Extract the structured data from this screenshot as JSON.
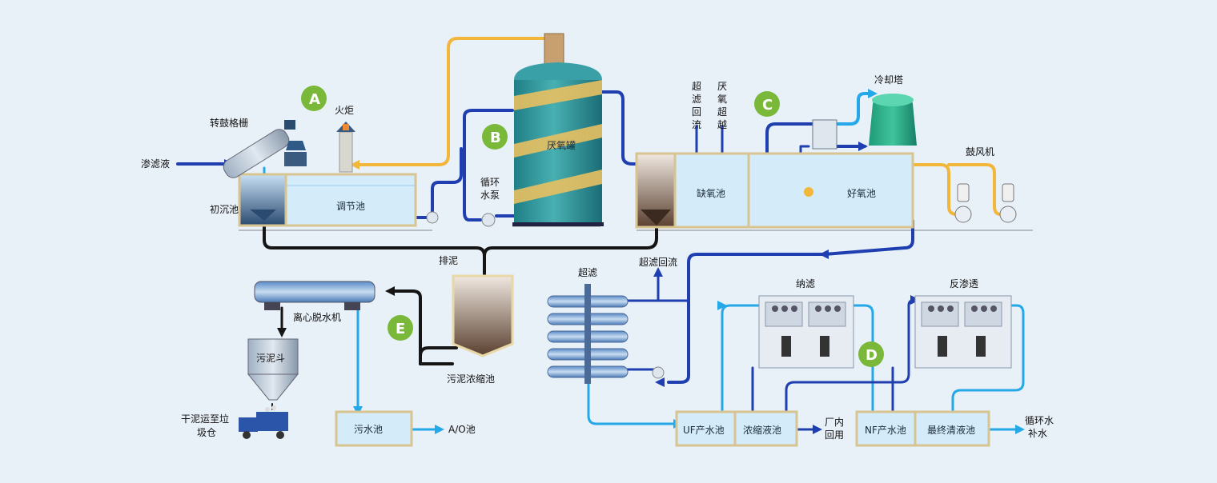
{
  "colors": {
    "background": "#e8f0f8",
    "pipe_dark": "#1f3fb0",
    "pipe_light": "#25a8e8",
    "pipe_gold": "#f2b73a",
    "pipe_black": "#151515",
    "badge": "#7ab83a",
    "tank_wall": "#e8d8a8",
    "water": "#cfe8f8"
  },
  "badges": {
    "A": "A",
    "B": "B",
    "C": "C",
    "D": "D",
    "E": "E"
  },
  "labels": {
    "leachate": "渗滤液",
    "drum_screen": "转鼓格栅",
    "flare": "火炬",
    "primary_tank": "初沉池",
    "equalization_tank": "调节池",
    "circulation_pump": "循环水泵",
    "anaerobic_tank": "厌氧罐",
    "uf_reflux_vertical": "超滤回流",
    "anaerobic_bypass": "厌氧超越",
    "cooling_tower": "冷却塔",
    "anoxic_tank": "缺氧池",
    "aerobic_tank": "好氧池",
    "blower": "鼓风机",
    "sludge_discharge": "排泥",
    "centrifuge": "离心脱水机",
    "sludge_hopper": "污泥斗",
    "dry_sludge": "干泥运至垃圾仓",
    "sewage_tank": "污水池",
    "ao_tank": "A/O池",
    "sludge_thickener": "污泥浓缩池",
    "ultrafiltration": "超滤",
    "uf_reflux": "超滤回流",
    "nanofiltration": "纳滤",
    "reverse_osmosis": "反渗透",
    "uf_product_tank": "UF产水池",
    "concentrate_tank": "浓缩液池",
    "plant_reuse": "厂内回用",
    "nf_product_tank": "NF产水池",
    "final_clear_tank": "最终清液池",
    "circulating_makeup": "循环水补水"
  }
}
